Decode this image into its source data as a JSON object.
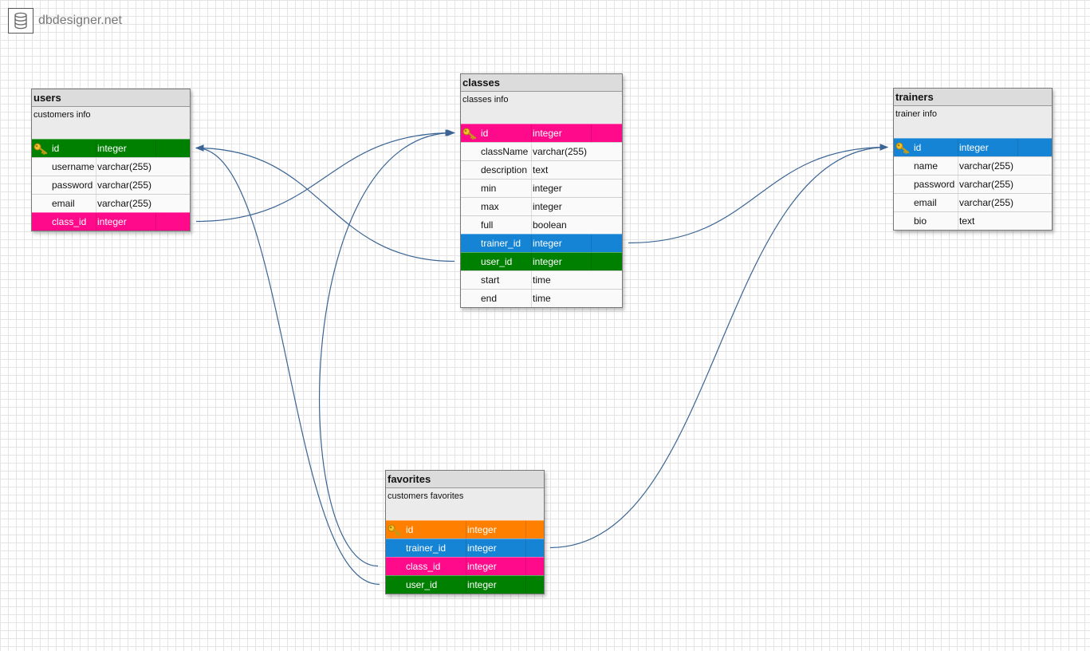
{
  "app": {
    "logo_text": "dbdesigner.net",
    "logo_icon": "database-icon"
  },
  "colors": {
    "green": "#008000",
    "magenta": "#ff0a8a",
    "blue": "#1684d4",
    "orange": "#ff7f00",
    "link": "#3a6494"
  },
  "tables": [
    {
      "id": "users",
      "name": "users",
      "comment": "customers  info",
      "columns": [
        {
          "name": "id",
          "type": "integer",
          "color": "#008000",
          "pk": true
        },
        {
          "name": "username",
          "type": "varchar(255)"
        },
        {
          "name": "password",
          "type": "varchar(255)"
        },
        {
          "name": "email",
          "type": "varchar(255)"
        },
        {
          "name": "class_id",
          "type": "integer",
          "color": "#ff0a8a"
        }
      ]
    },
    {
      "id": "classes",
      "name": "classes",
      "comment": "classes  info",
      "columns": [
        {
          "name": "id",
          "type": "integer",
          "color": "#ff0a8a",
          "pk": true
        },
        {
          "name": "className",
          "type": "varchar(255)"
        },
        {
          "name": "description",
          "type": "text"
        },
        {
          "name": "min",
          "type": "integer"
        },
        {
          "name": "max",
          "type": "integer"
        },
        {
          "name": "full",
          "type": "boolean"
        },
        {
          "name": "trainer_id",
          "type": "integer",
          "color": "#1684d4"
        },
        {
          "name": "user_id",
          "type": "integer",
          "color": "#008000"
        },
        {
          "name": "start",
          "type": "time"
        },
        {
          "name": "end",
          "type": "time"
        }
      ]
    },
    {
      "id": "trainers",
      "name": "trainers",
      "comment": "trainer  info",
      "columns": [
        {
          "name": "id",
          "type": "integer",
          "color": "#1684d4",
          "pk": true
        },
        {
          "name": "name",
          "type": "varchar(255)"
        },
        {
          "name": "password",
          "type": "varchar(255)"
        },
        {
          "name": "email",
          "type": "varchar(255)"
        },
        {
          "name": "bio",
          "type": "text"
        }
      ]
    },
    {
      "id": "favorites",
      "name": "favorites",
      "comment": "customers  favorites",
      "columns": [
        {
          "name": "id",
          "type": "integer",
          "color": "#ff7f00",
          "pk": true
        },
        {
          "name": "trainer_id",
          "type": "integer",
          "color": "#1684d4"
        },
        {
          "name": "class_id",
          "type": "integer",
          "color": "#ff0a8a"
        },
        {
          "name": "user_id",
          "type": "integer",
          "color": "#008000"
        }
      ]
    }
  ],
  "relations": [
    {
      "from": "users.class_id",
      "to": "classes.id"
    },
    {
      "from": "classes.user_id",
      "to": "users.id"
    },
    {
      "from": "classes.trainer_id",
      "to": "trainers.id"
    },
    {
      "from": "favorites.trainer_id",
      "to": "trainers.id"
    },
    {
      "from": "favorites.class_id",
      "to": "classes.id"
    },
    {
      "from": "favorites.user_id",
      "to": "users.id"
    }
  ]
}
